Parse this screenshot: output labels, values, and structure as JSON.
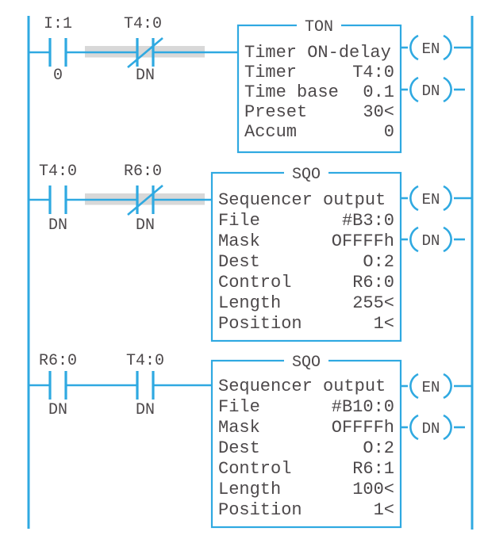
{
  "diagram": {
    "kind": "plc-ladder-logic",
    "colors": {
      "wire_blue": "#2fa9e1",
      "text_gray": "#4d494b",
      "highlight_gray": "#d8d8d8"
    },
    "rungs": [
      {
        "contacts": [
          {
            "label": "I:1",
            "sublabel": "0",
            "type": "normally-open"
          },
          {
            "label": "T4:0",
            "sublabel": "DN",
            "type": "normally-closed"
          }
        ],
        "block": {
          "title": "TON",
          "description": "Timer ON-delay",
          "params": [
            {
              "name": "Timer",
              "value": "T4:0"
            },
            {
              "name": "Time base",
              "value": "0.1"
            },
            {
              "name": "Preset",
              "value": "30<"
            },
            {
              "name": "Accum",
              "value": "0"
            }
          ]
        },
        "coils": [
          {
            "label": "EN"
          },
          {
            "label": "DN"
          }
        ]
      },
      {
        "contacts": [
          {
            "label": "T4:0",
            "sublabel": "DN",
            "type": "normally-open"
          },
          {
            "label": "R6:0",
            "sublabel": "DN",
            "type": "normally-closed"
          }
        ],
        "block": {
          "title": "SQO",
          "description": "Sequencer output",
          "params": [
            {
              "name": "File",
              "value": "#B3:0"
            },
            {
              "name": "Mask",
              "value": "OFFFFh"
            },
            {
              "name": "Dest",
              "value": "O:2"
            },
            {
              "name": "Control",
              "value": "R6:0"
            },
            {
              "name": "Length",
              "value": "255<"
            },
            {
              "name": "Position",
              "value": "1<"
            }
          ]
        },
        "coils": [
          {
            "label": "EN"
          },
          {
            "label": "DN"
          }
        ]
      },
      {
        "contacts": [
          {
            "label": "R6:0",
            "sublabel": "DN",
            "type": "normally-open"
          },
          {
            "label": "T4:0",
            "sublabel": "DN",
            "type": "normally-open"
          }
        ],
        "block": {
          "title": "SQO",
          "description": "Sequencer output",
          "params": [
            {
              "name": "File",
              "value": "#B10:0"
            },
            {
              "name": "Mask",
              "value": "OFFFFh"
            },
            {
              "name": "Dest",
              "value": "O:2"
            },
            {
              "name": "Control",
              "value": "R6:1"
            },
            {
              "name": "Length",
              "value": "100<"
            },
            {
              "name": "Position",
              "value": "1<"
            }
          ]
        },
        "coils": [
          {
            "label": "EN"
          },
          {
            "label": "DN"
          }
        ]
      }
    ]
  }
}
